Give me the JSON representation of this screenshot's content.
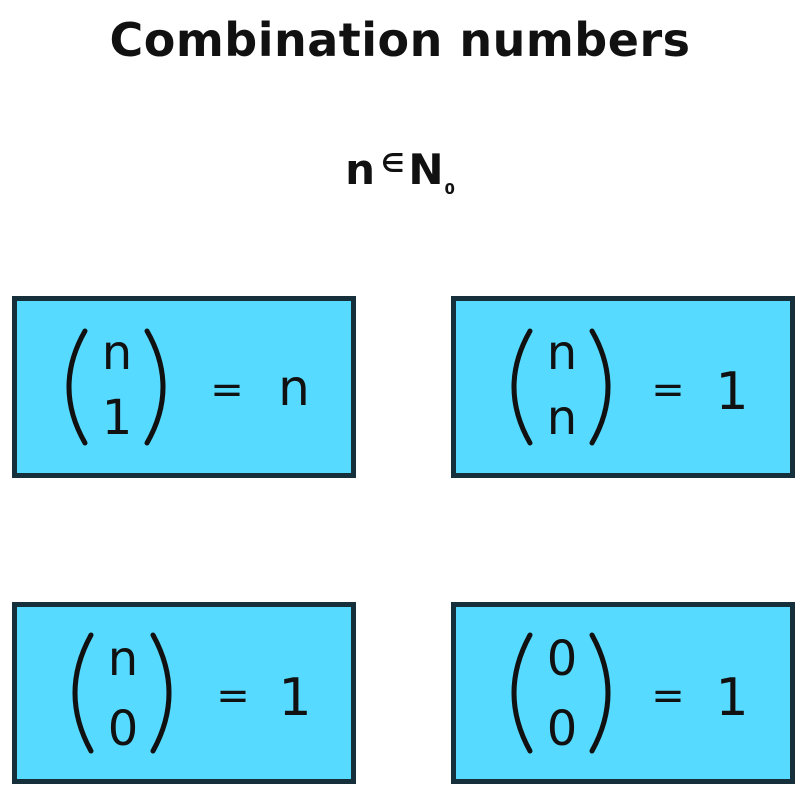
{
  "title": "Combination numbers",
  "domain": {
    "variable": "n",
    "symbol": "∈",
    "set": "N",
    "subscript": "0"
  },
  "identities": [
    {
      "top": "n",
      "bottom": "1",
      "equals": "=",
      "result": "n"
    },
    {
      "top": "n",
      "bottom": "n",
      "equals": "=",
      "result": "1"
    },
    {
      "top": "n",
      "bottom": "0",
      "equals": "=",
      "result": "1"
    },
    {
      "top": "0",
      "bottom": "0",
      "equals": "=",
      "result": "1"
    }
  ],
  "colors": {
    "box_fill": "#57daff",
    "box_border": "#15303a",
    "text": "#111111"
  }
}
